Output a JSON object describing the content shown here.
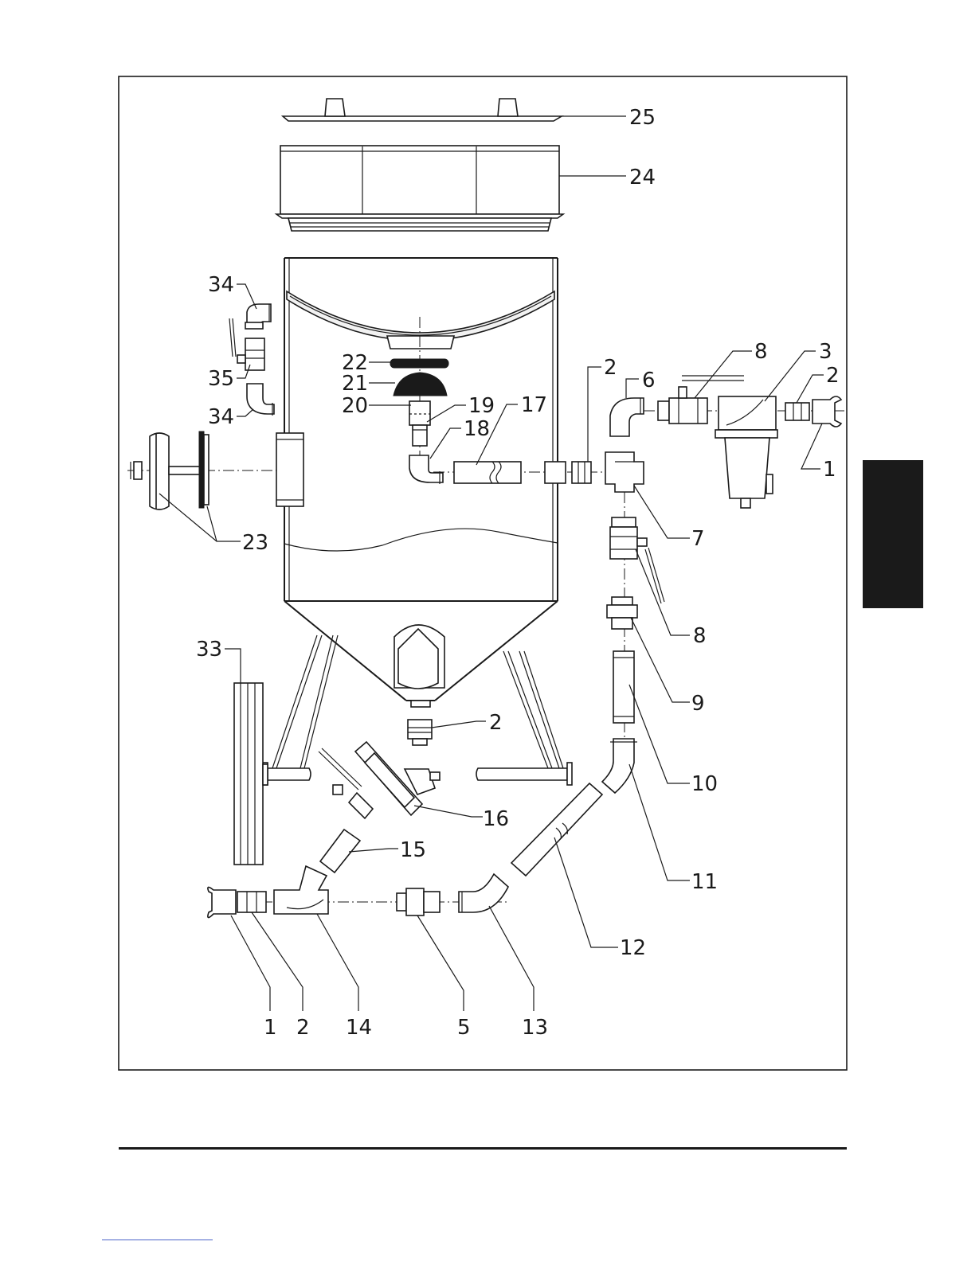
{
  "diagram": {
    "part_labels": {
      "p1a": "1",
      "p1b": "1",
      "p2a": "2",
      "p2b": "2",
      "p2c": "2",
      "p2d": "2",
      "p3": "3",
      "p5": "5",
      "p6": "6",
      "p7": "7",
      "p8a": "8",
      "p8b": "8",
      "p9": "9",
      "p10": "10",
      "p11": "11",
      "p12": "12",
      "p13": "13",
      "p14": "14",
      "p15": "15",
      "p16": "16",
      "p17": "17",
      "p18": "18",
      "p19": "19",
      "p20": "20",
      "p21": "21",
      "p22": "22",
      "p23": "23",
      "p24": "24",
      "p25": "25",
      "p33": "33",
      "p34a": "34",
      "p34b": "34",
      "p35": "35"
    }
  },
  "colors": {
    "ink": "#1a1a1a",
    "paper": "#ffffff",
    "link": "#4a63c9"
  }
}
